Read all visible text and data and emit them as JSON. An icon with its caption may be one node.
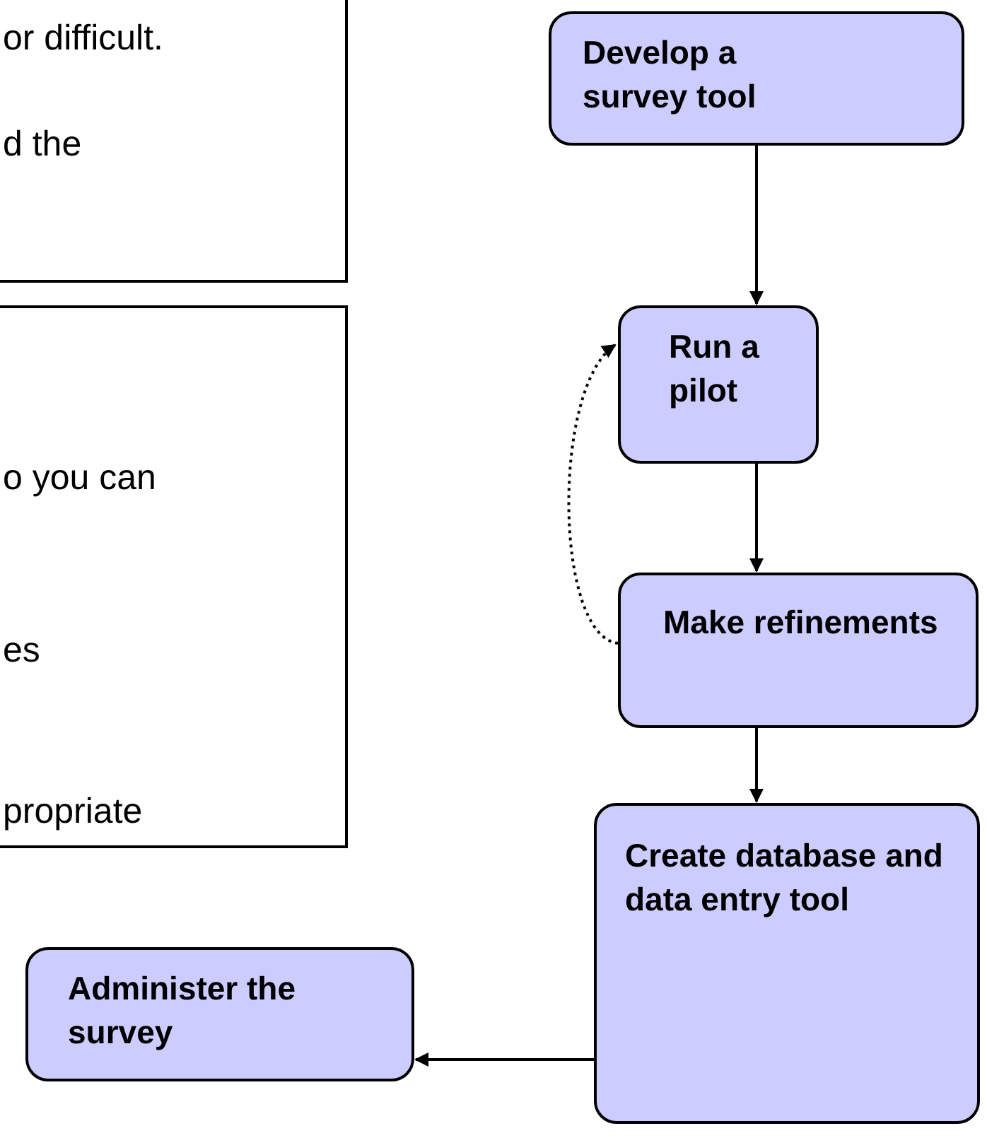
{
  "diagram": {
    "nodes": [
      {
        "text": [
          "or difficult.",
          "d the"
        ]
      },
      {
        "text": [
          "o you can",
          "es",
          "propriate"
        ]
      },
      {
        "text": [
          "Develop a survey tool"
        ]
      },
      {
        "text": [
          "Run a pilot"
        ]
      },
      {
        "text": [
          "Make refinements"
        ]
      },
      {
        "text": [
          "Create database and data entry tool"
        ]
      },
      {
        "text": [
          "Administer the survey"
        ]
      }
    ],
    "edges": [
      {
        "from": 2,
        "to": 3,
        "arrow": "to"
      },
      {
        "from": 3,
        "to": 4,
        "arrow": "to"
      },
      {
        "from": 4,
        "to": 3,
        "arrow": "to",
        "style": "dashed"
      },
      {
        "from": 4,
        "to": 5,
        "arrow": "to"
      },
      {
        "from": 5,
        "to": 6,
        "arrow": "to"
      }
    ]
  }
}
